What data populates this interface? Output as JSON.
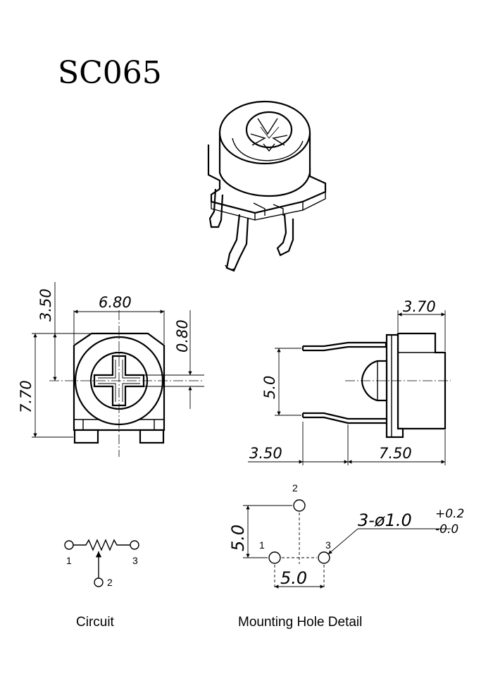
{
  "title": "SC065",
  "front_view": {
    "width_dim": "6.80",
    "height_dim": "7.70",
    "offset_dim": "3.50",
    "pin_dim": "0.80"
  },
  "side_view": {
    "depth_dim": "3.70",
    "pin_spacing_dim": "5.0",
    "lead_dim": "3.50",
    "body_dim": "7.50"
  },
  "mounting": {
    "caption": "Mounting Hole Detail",
    "vertical_dim": "5.0",
    "horizontal_dim": "5.0",
    "hole_note": "3-ø1.0",
    "tol_plus": "+0.2",
    "tol_minus": "-0.0",
    "pin1": "1",
    "pin2": "2",
    "pin3": "3"
  },
  "circuit": {
    "caption": "Circuit",
    "pin1": "1",
    "pin2": "2",
    "pin3": "3"
  }
}
